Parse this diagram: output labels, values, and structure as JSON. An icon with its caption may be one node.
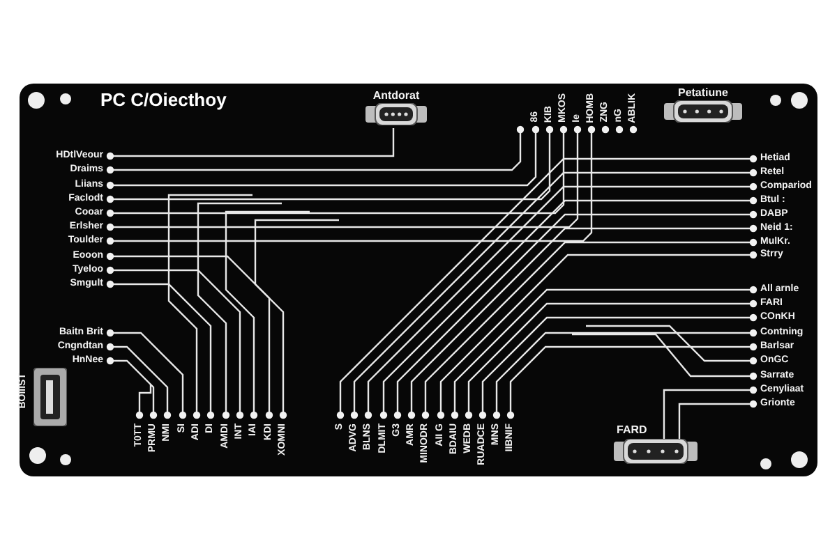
{
  "diagram": {
    "title": "PC C/Oiecthoy",
    "nodes": [
      {
        "text": [
          "Antdorat"
        ]
      },
      {
        "text": [
          "Petatiune"
        ]
      },
      {
        "text": [
          "BOIIIST"
        ]
      },
      {
        "text": [
          "FARD"
        ]
      }
    ],
    "labels": [
      "86",
      "KIB",
      "MKOS",
      "Ie",
      "HOMB",
      "ZNG",
      "nG",
      "ABLIK",
      "HDtlVeour",
      "Draims",
      "Liians",
      "Faclodt",
      "Cooar",
      "Erlsher",
      "Toulder",
      "Eooon",
      "Tyeloo",
      "Smgult",
      "Baitn Brit",
      "Cngndtan",
      "HnNee",
      "Hetiad",
      "Retel",
      "Compariod",
      "Btul :",
      "DABP",
      "Neid 1:",
      "MulKr.",
      "Strry",
      "All arnle",
      "FARI",
      "COnKH",
      "Contning",
      "Barlsar",
      "OnGC",
      "Sarrate",
      "Cenyliaat",
      "Grionte",
      "T0TT",
      "PRMU",
      "NMI",
      "SI",
      "ADI",
      "DI",
      "AMDI",
      "INT",
      "IAI",
      "KDI",
      "XOMNI",
      "S",
      "ADVG",
      "BLNS",
      "DLMIT",
      "G3",
      "AMR",
      "MINODR",
      "AII G",
      "BDAIU",
      "WEDB",
      "RUADCE",
      "MNS",
      "IIBNIF"
    ]
  }
}
